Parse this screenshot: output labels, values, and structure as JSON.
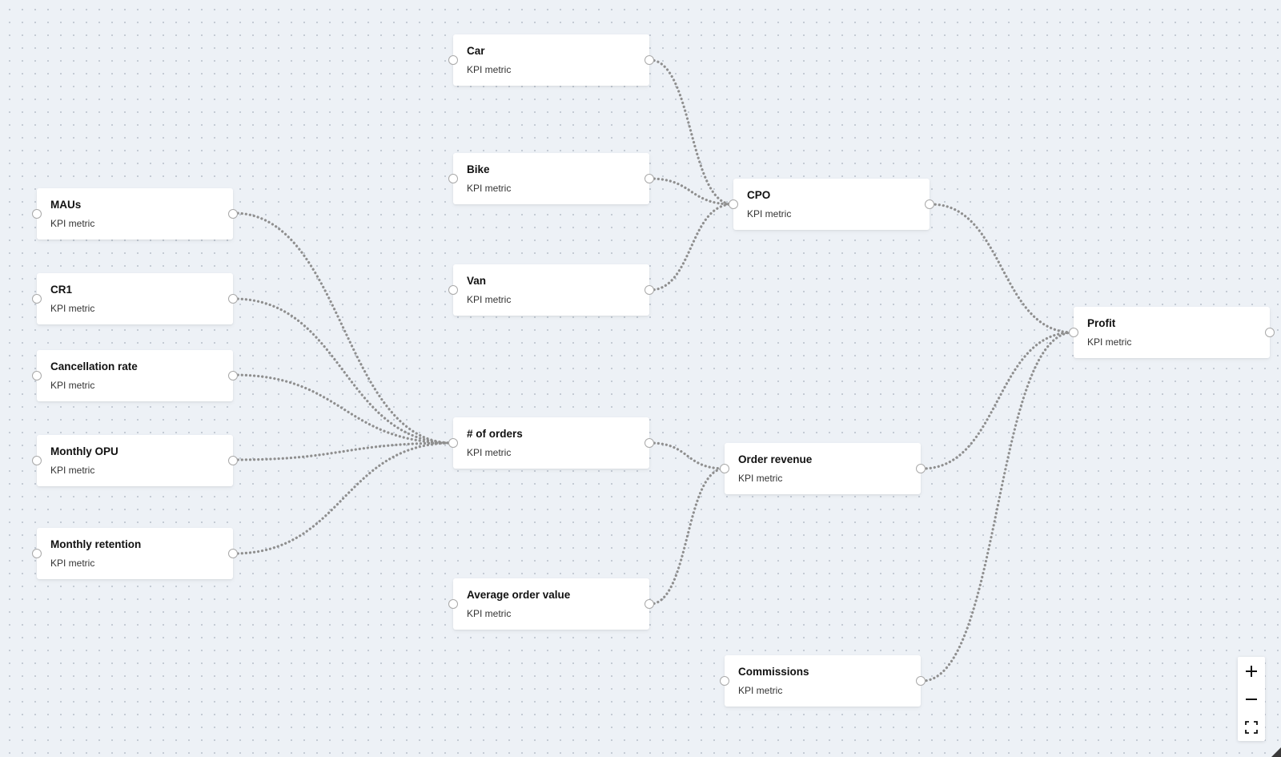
{
  "nodes": {
    "car": {
      "title": "Car",
      "subtitle": "KPI metric"
    },
    "bike": {
      "title": "Bike",
      "subtitle": "KPI metric"
    },
    "van": {
      "title": "Van",
      "subtitle": "KPI metric"
    },
    "cpo": {
      "title": "CPO",
      "subtitle": "KPI metric"
    },
    "maus": {
      "title": "MAUs",
      "subtitle": "KPI metric"
    },
    "cr1": {
      "title": "CR1",
      "subtitle": "KPI metric"
    },
    "cancellation_rate": {
      "title": "Cancellation rate",
      "subtitle": "KPI metric"
    },
    "monthly_opu": {
      "title": "Monthly OPU",
      "subtitle": "KPI metric"
    },
    "monthly_retention": {
      "title": "Monthly retention",
      "subtitle": "KPI metric"
    },
    "num_orders": {
      "title": "# of orders",
      "subtitle": "KPI metric"
    },
    "order_revenue": {
      "title": "Order revenue",
      "subtitle": "KPI metric"
    },
    "average_order_value": {
      "title": "Average order value",
      "subtitle": "KPI metric"
    },
    "commissions": {
      "title": "Commissions",
      "subtitle": "KPI metric"
    },
    "profit": {
      "title": "Profit",
      "subtitle": "KPI metric"
    }
  },
  "edges": [
    {
      "from": "car",
      "to": "cpo"
    },
    {
      "from": "bike",
      "to": "cpo"
    },
    {
      "from": "van",
      "to": "cpo"
    },
    {
      "from": "cpo",
      "to": "profit"
    },
    {
      "from": "maus",
      "to": "num_orders"
    },
    {
      "from": "cr1",
      "to": "num_orders"
    },
    {
      "from": "cancellation_rate",
      "to": "num_orders"
    },
    {
      "from": "monthly_opu",
      "to": "num_orders"
    },
    {
      "from": "monthly_retention",
      "to": "num_orders"
    },
    {
      "from": "num_orders",
      "to": "order_revenue"
    },
    {
      "from": "average_order_value",
      "to": "order_revenue"
    },
    {
      "from": "order_revenue",
      "to": "profit"
    },
    {
      "from": "commissions",
      "to": "profit"
    }
  ],
  "controls": {
    "zoom_in_icon": "plus-icon",
    "zoom_out_icon": "minus-icon",
    "fit_view_icon": "fit-view-icon"
  },
  "colors": {
    "canvas_background": "#edf1f6",
    "edge_color": "#8f8f8f",
    "node_background": "#ffffff"
  }
}
